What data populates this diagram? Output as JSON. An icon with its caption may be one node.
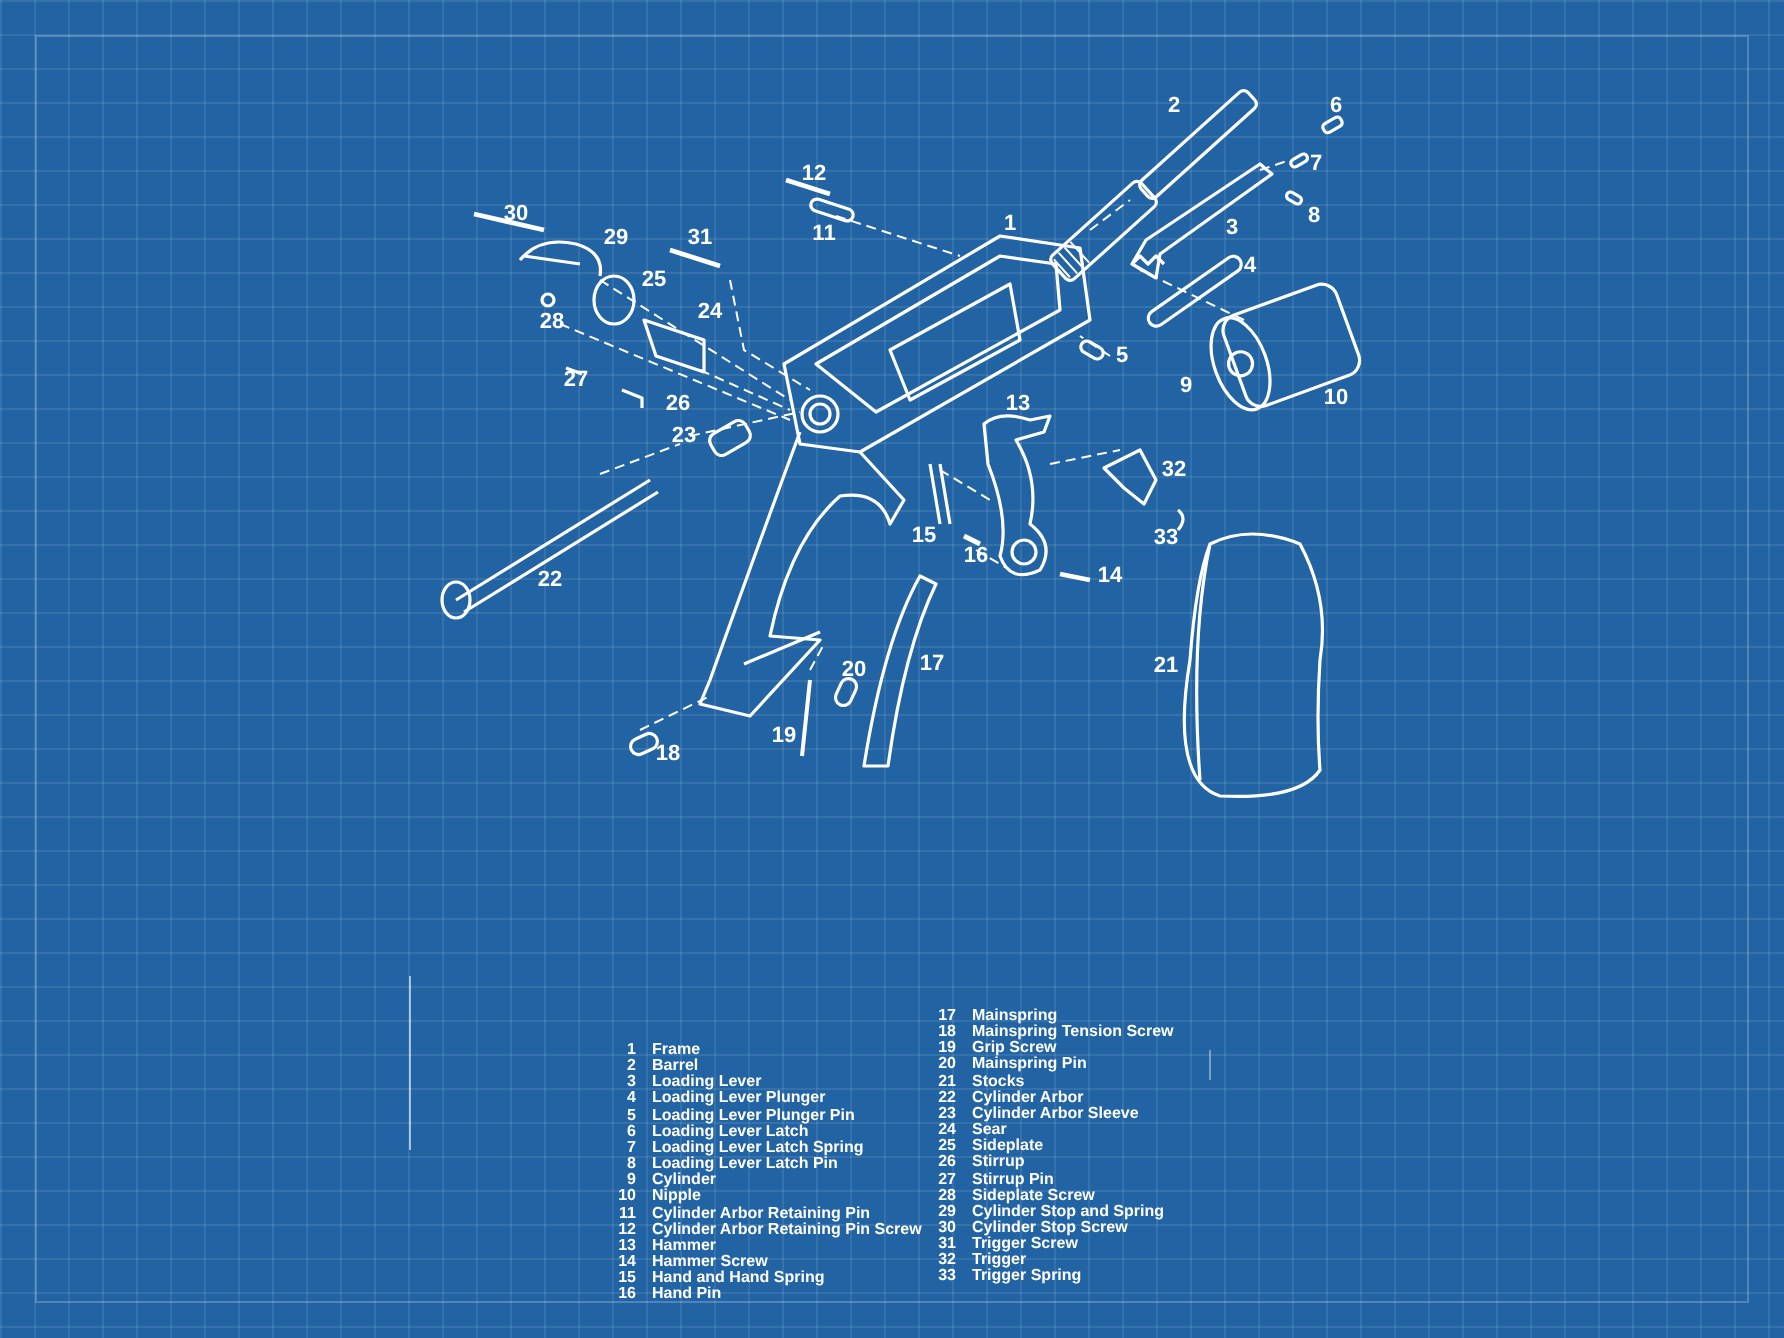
{
  "diagram": {
    "labels": [
      "2",
      "6",
      "12",
      "7",
      "30",
      "29",
      "31",
      "11",
      "1",
      "3",
      "8",
      "4",
      "25",
      "28",
      "24",
      "5",
      "27",
      "26",
      "13",
      "9",
      "10",
      "23",
      "32",
      "15",
      "16",
      "33",
      "22",
      "14",
      "20",
      "17",
      "21",
      "18",
      "19",
      "1",
      "Frame",
      "2",
      "Barrel",
      "3",
      "Loading Lever",
      "4",
      "Loading Lever Plunger",
      "5",
      "Loading Lever Plunger Pin",
      "6",
      "Loading Lever Latch",
      "7",
      "Loading Lever Latch Spring",
      "8",
      "Loading Lever Latch Pin",
      "9",
      "Cylinder",
      "10",
      "Nipple",
      "11",
      "Cylinder Arbor Retaining Pin",
      "12",
      "Cylinder Arbor Retaining Pin Screw",
      "13",
      "Hammer",
      "14",
      "Hammer Screw",
      "15",
      "Hand and Hand Spring",
      "16",
      "Hand Pin",
      "17",
      "Mainspring",
      "18",
      "Mainspring Tension Screw",
      "19",
      "Grip Screw",
      "20",
      "Mainspring Pin",
      "21",
      "Stocks",
      "22",
      "Cylinder Arbor",
      "23",
      "Cylinder Arbor Sleeve",
      "24",
      "Sear",
      "25",
      "Sideplate",
      "26",
      "Stirrup",
      "27",
      "Stirrup Pin",
      "28",
      "Sideplate Screw",
      "29",
      "Cylinder Stop and Spring",
      "30",
      "Cylinder Stop Screw",
      "31",
      "Trigger Screw",
      "32",
      "Trigger",
      "33",
      "Trigger Spring"
    ]
  }
}
